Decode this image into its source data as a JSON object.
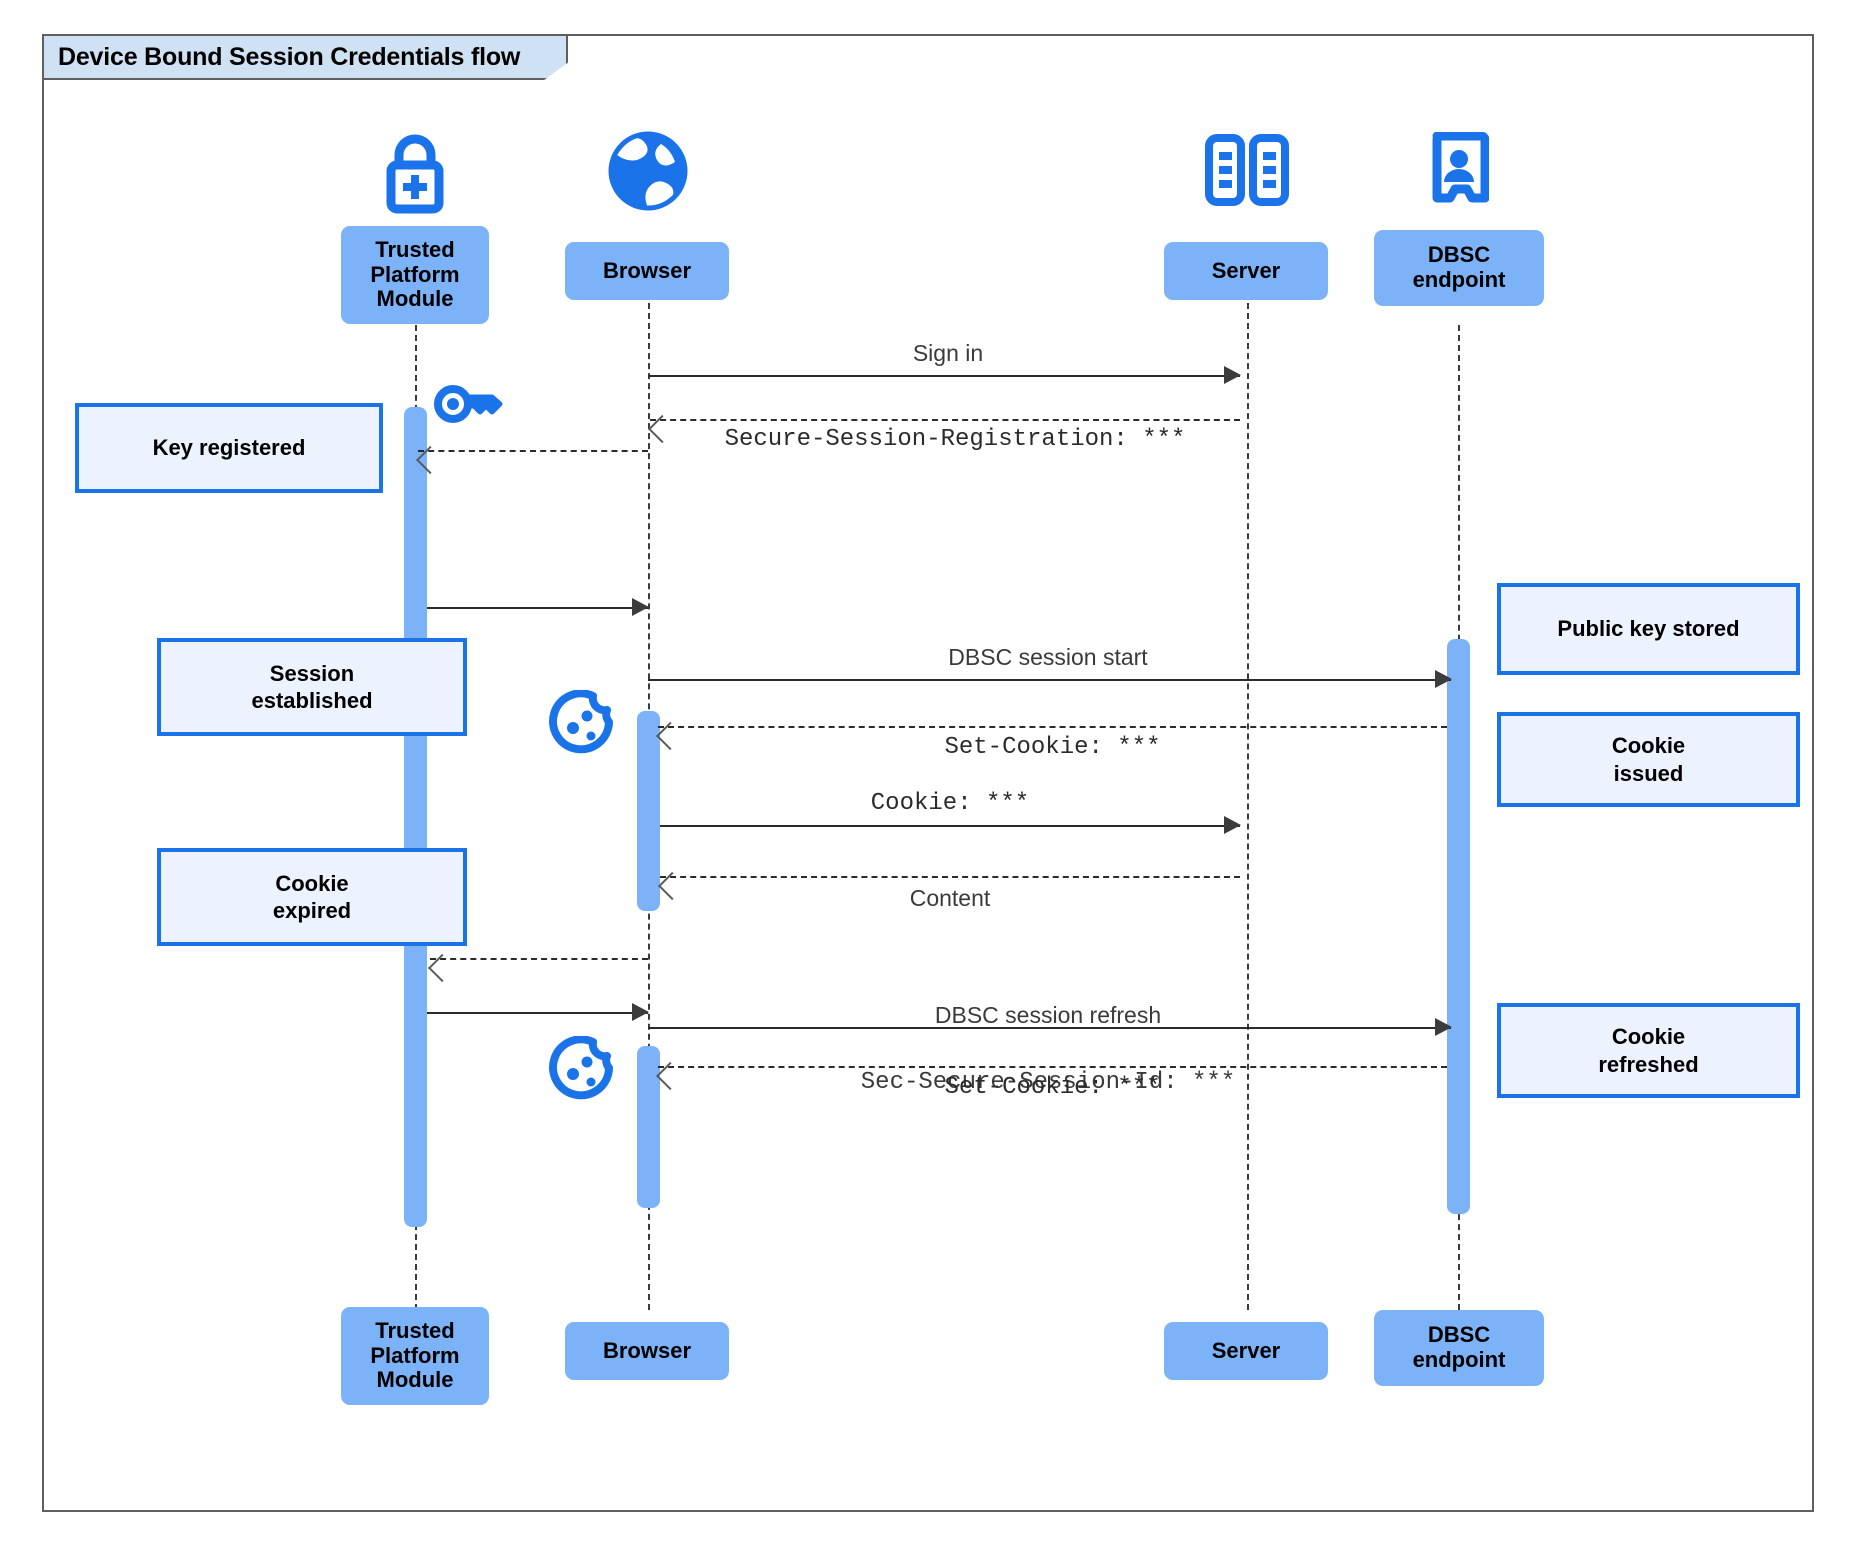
{
  "diagram": {
    "title": "Device Bound Session Credentials flow",
    "type": "uml-sequence-diagram",
    "colors": {
      "participant_fill": "#7cb2f8",
      "icon_blue": "#1a73e8",
      "note_fill": "#ecf3fe",
      "note_border": "#1a73e8",
      "title_fill": "#cfe2f3",
      "frame_border": "#5f5f5f",
      "line": "#2b2b2b"
    }
  },
  "participants": [
    {
      "id": "tpm",
      "label": "Trusted\nPlatform\nModule",
      "icon": "padlock-plus-icon"
    },
    {
      "id": "browser",
      "label": "Browser",
      "icon": "globe-icon"
    },
    {
      "id": "server",
      "label": "Server",
      "icon": "server-racks-icon"
    },
    {
      "id": "dbsc",
      "label": "DBSC\nendpoint",
      "icon": "id-badge-person-icon"
    }
  ],
  "participants_bottom": [
    {
      "id": "tpm",
      "label": "Trusted\nPlatform\nModule"
    },
    {
      "id": "browser",
      "label": "Browser"
    },
    {
      "id": "server",
      "label": "Server"
    },
    {
      "id": "dbsc",
      "label": "DBSC\nendpoint"
    }
  ],
  "messages": [
    {
      "id": "m1",
      "from": "browser",
      "to": "server",
      "style": "solid",
      "label": "Sign in",
      "label_font": "sans"
    },
    {
      "id": "m2",
      "from": "server",
      "to": "browser",
      "style": "dashed",
      "label": "Secure-Session-Registration: ***",
      "label_font": "mono"
    },
    {
      "id": "m3",
      "from": "browser",
      "to": "tpm",
      "style": "dashed",
      "label": "",
      "label_font": "sans"
    },
    {
      "id": "m4",
      "from": "tpm",
      "to": "browser",
      "style": "solid",
      "label": "",
      "label_font": "sans"
    },
    {
      "id": "m5",
      "from": "browser",
      "to": "dbsc",
      "style": "solid",
      "label": "DBSC session start",
      "label_font": "sans"
    },
    {
      "id": "m6",
      "from": "dbsc",
      "to": "browser",
      "style": "dashed",
      "label": "Set-Cookie: ***",
      "label_font": "mono"
    },
    {
      "id": "m7",
      "from": "browser",
      "to": "server",
      "style": "solid",
      "label": "Cookie: ***",
      "label_font": "mono"
    },
    {
      "id": "m8",
      "from": "server",
      "to": "browser",
      "style": "dashed",
      "label": "Content",
      "label_font": "sans"
    },
    {
      "id": "m9",
      "from": "browser",
      "to": "tpm",
      "style": "dashed",
      "label": "",
      "label_font": "sans"
    },
    {
      "id": "m10",
      "from": "tpm",
      "to": "browser",
      "style": "solid",
      "label": "",
      "label_font": "sans"
    },
    {
      "id": "m11",
      "from": "browser",
      "to": "dbsc",
      "style": "solid",
      "label_line1": "DBSC session refresh",
      "label_line2": "Sec-Secure-Session-Id: ***",
      "label_font": "mixed"
    },
    {
      "id": "m12",
      "from": "dbsc",
      "to": "browser",
      "style": "dashed",
      "label": "Set-Cookie: ***",
      "label_font": "mono"
    }
  ],
  "notes": [
    {
      "id": "n1",
      "label": "Key registered",
      "side": "left"
    },
    {
      "id": "n2",
      "label": "Session\nestablished",
      "side": "left"
    },
    {
      "id": "n3",
      "label": "Cookie\nexpired",
      "side": "left"
    },
    {
      "id": "n4",
      "label": "Public key stored",
      "side": "right"
    },
    {
      "id": "n5",
      "label": "Cookie\nissued",
      "side": "right"
    },
    {
      "id": "n6",
      "label": "Cookie\nrefreshed",
      "side": "right"
    }
  ],
  "inline_icons": [
    {
      "id": "key1",
      "icon": "key-icon",
      "near": "tpm"
    },
    {
      "id": "cookie1",
      "icon": "cookie-icon",
      "near": "browser"
    },
    {
      "id": "cookie2",
      "icon": "cookie-icon",
      "near": "browser"
    }
  ]
}
